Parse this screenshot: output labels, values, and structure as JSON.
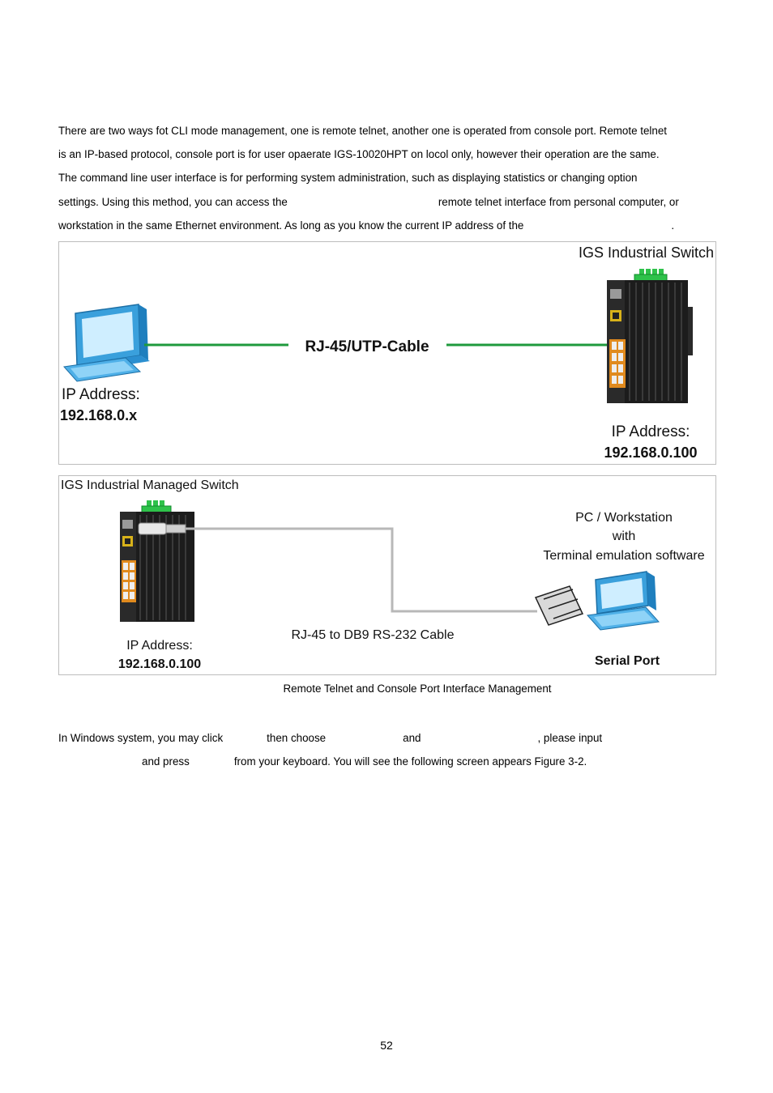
{
  "intro": {
    "line1": "There are two ways fot CLI mode management, one is remote telnet, another one is operated from console port. Remote telnet",
    "line2": "is an IP-based protocol, console port is for user opaerate IGS-10020HPT on locol only, however their operation are the same.",
    "line3": "The command line user interface is for performing system administration, such as displaying statistics or changing option",
    "line4a": "settings. Using this method, you can access the",
    "line4b": "remote telnet interface from personal computer, or",
    "line5a": "workstation in the same Ethernet environment. As long as you know the current IP address of the",
    "line5b": "."
  },
  "figure1": {
    "switch_label": "IGS Industrial Switch",
    "cable_label": "RJ-45/UTP-Cable",
    "pc_ip_label": "IP Address:",
    "pc_ip_value": "192.168.0.x",
    "switch_ip_label": "IP Address:",
    "switch_ip_value": "192.168.0.100"
  },
  "figure2": {
    "switch_label": "IGS Industrial Managed Switch",
    "pc_line1": "PC / Workstation",
    "pc_line2": "with",
    "pc_line3": "Terminal emulation software",
    "cable_label": "RJ-45 to DB9 RS-232 Cable",
    "switch_ip_label": "IP Address:",
    "switch_ip_value": "192.168.0.100",
    "serial_label": "Serial Port"
  },
  "caption": "Remote Telnet and Console Port Interface Management",
  "windows": {
    "line1a": "In Windows system, you may click",
    "line1b": "then choose",
    "line1c": "and",
    "line1d": ", please input",
    "line2a": "and press",
    "line2b": "from your keyboard. You will see the following screen appears Figure 3-2."
  },
  "page_number": "52",
  "colors": {
    "cable_green": "#1f9a3c",
    "cable_gray": "#b8b8b8",
    "monitor_blue": "#3aa0dc",
    "screen_blue": "#cfeeff",
    "switch_body": "#1c1c1c",
    "terminal_green": "#2ec24a",
    "port_orange": "#e08a1e"
  }
}
